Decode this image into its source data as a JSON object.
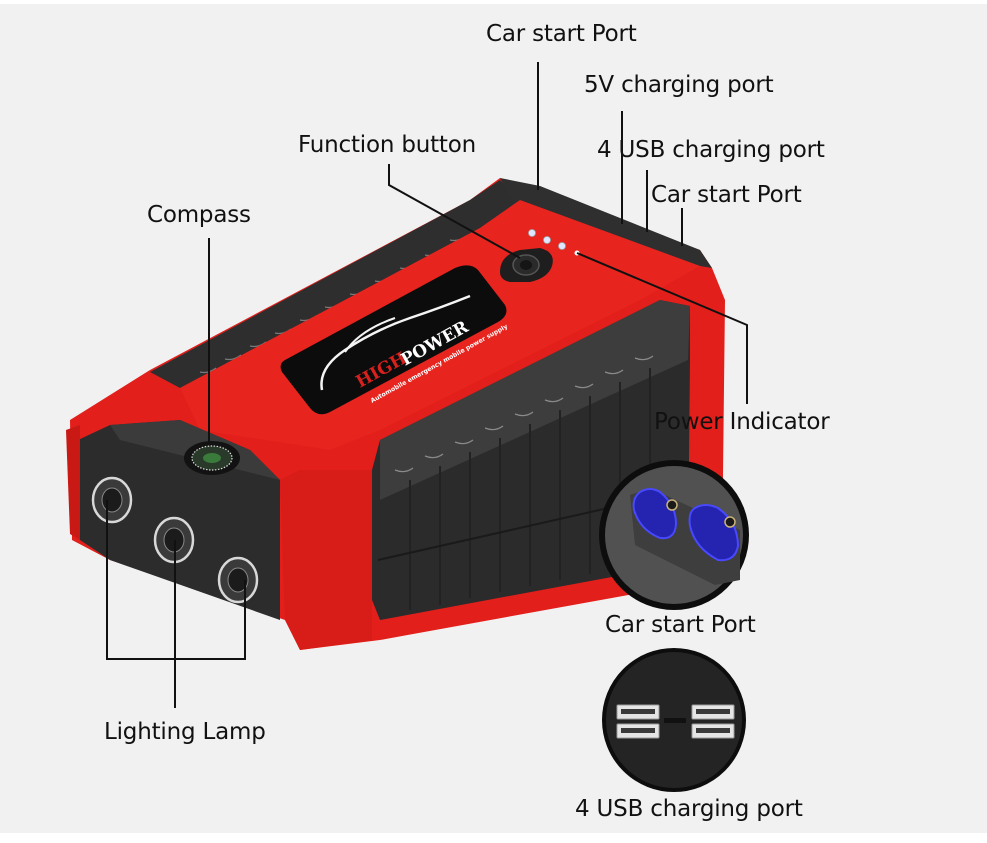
{
  "labels": {
    "car_start_port_top": "Car start Port",
    "five_v_charging_port": "5V charging port",
    "function_button": "Function button",
    "four_usb_charging_port_top": "4 USB charging port",
    "car_start_port_side": "Car start Port",
    "compass": "Compass",
    "power_indicator": "Power Indicator",
    "lighting_lamp": "Lighting Lamp",
    "car_start_port_inset": "Car start Port",
    "four_usb_charging_port_inset": "4 USB charging port"
  },
  "device": {
    "brand_primary": "HIGH",
    "brand_secondary": "POWER",
    "subtitle": "Automobile emergency mobile power supply",
    "indicator_count": 4,
    "lamp_count": 3
  },
  "insets": [
    {
      "name": "car-start-port-detail",
      "caption": "Car start Port"
    },
    {
      "name": "usb-port-detail",
      "caption": "4 USB charging port"
    }
  ],
  "colors": {
    "background": "#f1f1f1",
    "body_red": "#e8201c",
    "body_red_dark": "#b9130f",
    "rubber_dark": "#2c2c2c",
    "rubber_mid": "#4a4a4a",
    "label_black": "#0c0c0c",
    "brand_red": "#d8201c",
    "connector_blue": "#2a2ab8",
    "leader_line": "#111111",
    "text": "#111111"
  }
}
